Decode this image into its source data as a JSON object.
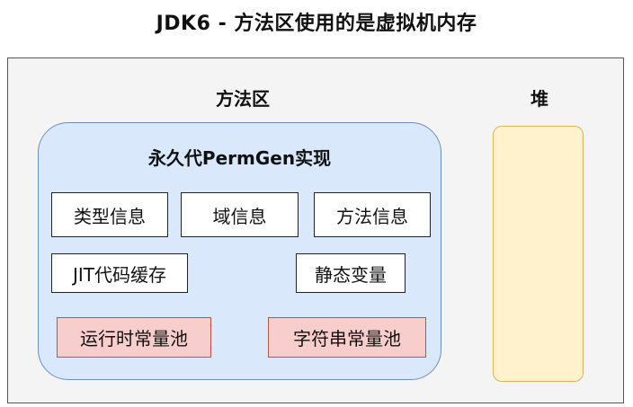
{
  "title": "JDK6 - 方法区使用的是虚拟机内存",
  "method_area": {
    "label": "方法区"
  },
  "heap": {
    "label": "堆"
  },
  "permgen": {
    "label": "永久代PermGen实现",
    "items": [
      {
        "text": "类型信息",
        "style": "plain"
      },
      {
        "text": "域信息",
        "style": "plain"
      },
      {
        "text": "方法信息",
        "style": "plain"
      },
      {
        "text": "JIT代码缓存",
        "style": "plain"
      },
      {
        "text": "静态变量",
        "style": "plain"
      },
      {
        "text": "运行时常量池",
        "style": "highlight"
      },
      {
        "text": "字符串常量池",
        "style": "highlight"
      }
    ]
  },
  "colors": {
    "outer_fill": "#f4f4f4",
    "permgen_fill": "#dae8fc",
    "permgen_stroke": "#6c8ebf",
    "heap_fill": "#fff2cc",
    "heap_stroke": "#d6b656",
    "highlight_fill": "#f8cecc",
    "highlight_stroke": "#b85450"
  }
}
